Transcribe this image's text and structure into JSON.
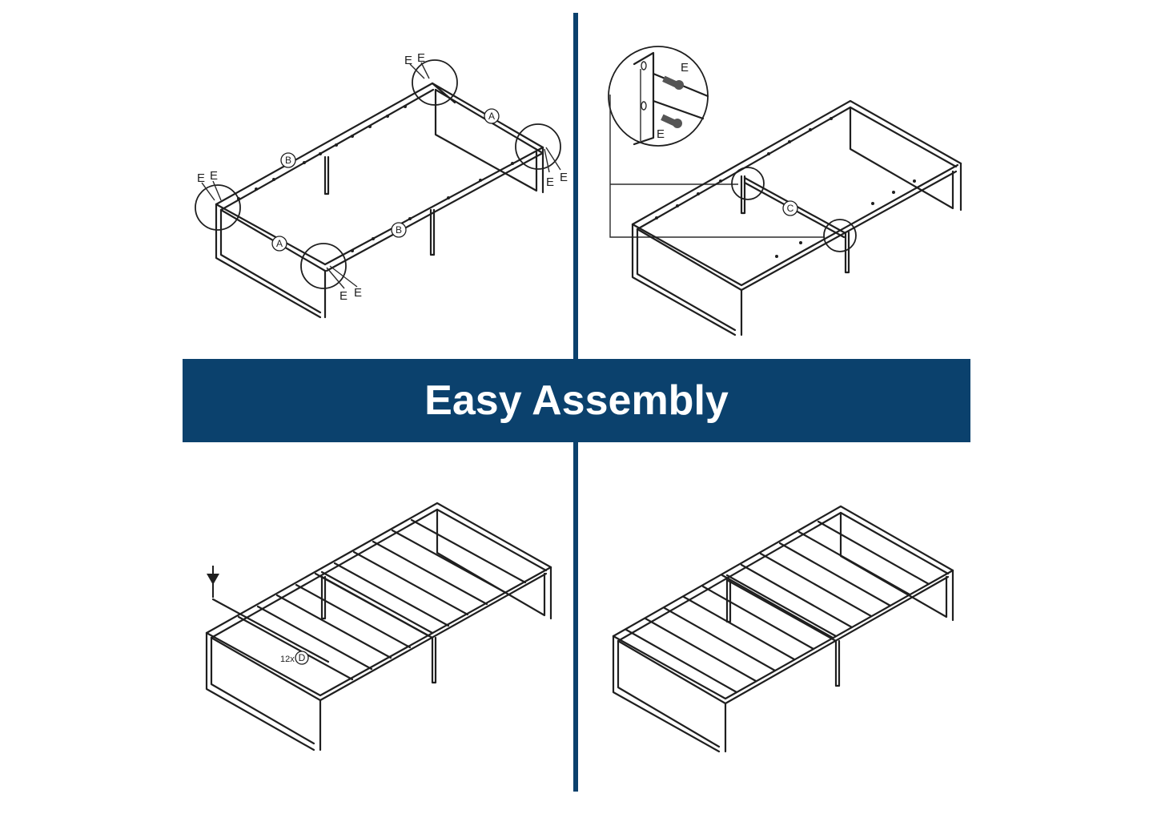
{
  "banner": {
    "title": "Easy Assembly",
    "color": "#0b416d",
    "text_color": "#ffffff"
  },
  "divider_color": "#0b416d",
  "panels": {
    "step1": {
      "callout_labels": [
        "E",
        "E",
        "E",
        "E",
        "E",
        "E",
        "E",
        "E"
      ],
      "part_tags": [
        "A",
        "A",
        "B",
        "B"
      ]
    },
    "step2": {
      "callout_labels": [
        "E",
        "E"
      ],
      "part_tags": [
        "C"
      ]
    },
    "step3": {
      "quantity": "12x",
      "part_tag": "D"
    }
  }
}
